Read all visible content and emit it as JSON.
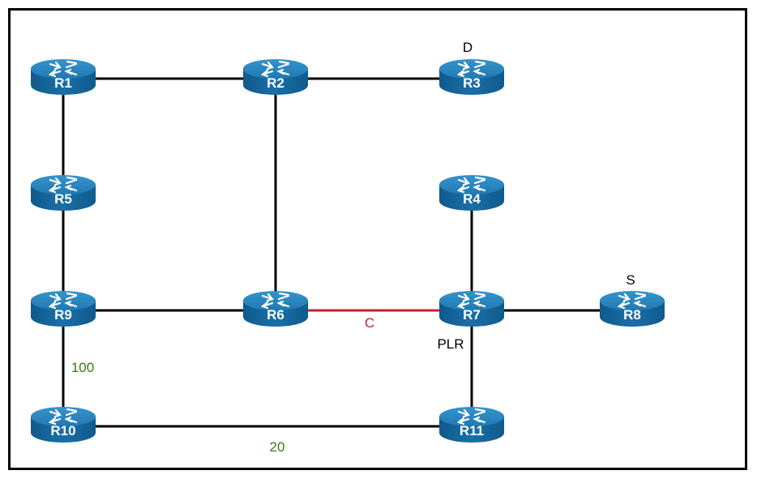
{
  "diagram": {
    "type": "network-topology",
    "colors": {
      "link": "#000000",
      "highlighted_link": "#c8202a",
      "router_top": "#2a88c0",
      "router_body": "#1769a1",
      "router_icon": "#ffffff",
      "metric_text": "#3a7a10",
      "annotation_text": "#000000",
      "frame": "#000000"
    },
    "routers": [
      {
        "id": "R1",
        "label": "R1"
      },
      {
        "id": "R2",
        "label": "R2"
      },
      {
        "id": "R3",
        "label": "R3"
      },
      {
        "id": "R4",
        "label": "R4"
      },
      {
        "id": "R5",
        "label": "R5"
      },
      {
        "id": "R6",
        "label": "R6"
      },
      {
        "id": "R7",
        "label": "R7"
      },
      {
        "id": "R8",
        "label": "R8"
      },
      {
        "id": "R9",
        "label": "R9"
      },
      {
        "id": "R10",
        "label": "R10"
      },
      {
        "id": "R11",
        "label": "R11"
      }
    ],
    "links": [
      {
        "from": "R1",
        "to": "R2"
      },
      {
        "from": "R2",
        "to": "R3"
      },
      {
        "from": "R1",
        "to": "R5"
      },
      {
        "from": "R5",
        "to": "R9"
      },
      {
        "from": "R2",
        "to": "R6"
      },
      {
        "from": "R9",
        "to": "R6"
      },
      {
        "from": "R6",
        "to": "R7",
        "highlighted": true,
        "label": "C"
      },
      {
        "from": "R4",
        "to": "R7"
      },
      {
        "from": "R7",
        "to": "R8"
      },
      {
        "from": "R7",
        "to": "R11"
      },
      {
        "from": "R9",
        "to": "R10",
        "metric": "100"
      },
      {
        "from": "R10",
        "to": "R11",
        "metric": "20"
      }
    ],
    "annotations": {
      "destination": {
        "router": "R3",
        "text": "D"
      },
      "source": {
        "router": "R8",
        "text": "S"
      },
      "plr": {
        "router": "R7",
        "text": "PLR"
      },
      "failed_link": {
        "text": "C"
      },
      "metric_r9_r10": {
        "text": "100"
      },
      "metric_r10_r11": {
        "text": "20"
      }
    }
  }
}
